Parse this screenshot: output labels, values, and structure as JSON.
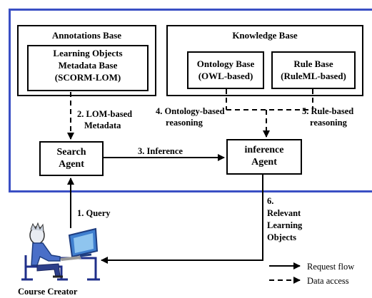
{
  "annotations_base": {
    "title": "Annotations Base",
    "lom_box": [
      "Learning Objects",
      "Metadata Base",
      "(SCORM-LOM)"
    ]
  },
  "knowledge_base": {
    "title": "Knowledge Base",
    "ontology_box": [
      "Ontology Base",
      "(OWL-based)"
    ],
    "rule_box": [
      "Rule Base",
      "(RuleML-based)"
    ]
  },
  "search_agent": [
    "Search",
    "Agent"
  ],
  "inference_agent": [
    "inference",
    "Agent"
  ],
  "steps": {
    "step1": "1. Query",
    "step2": [
      "2. LOM-based",
      "Metadata"
    ],
    "step3": "3. Inference",
    "step4": [
      "4. Ontology-based",
      "reasoning"
    ],
    "step5": [
      "5. Rule-based",
      "reasoning"
    ],
    "step6": [
      "6.",
      "Relevant",
      "Learning",
      "Objects"
    ]
  },
  "actor": "Course Creator",
  "legend": {
    "request_flow": "Request flow",
    "data_access": "Data access"
  },
  "colors": {
    "frame": "#3a4fc4",
    "line": "#000000"
  }
}
